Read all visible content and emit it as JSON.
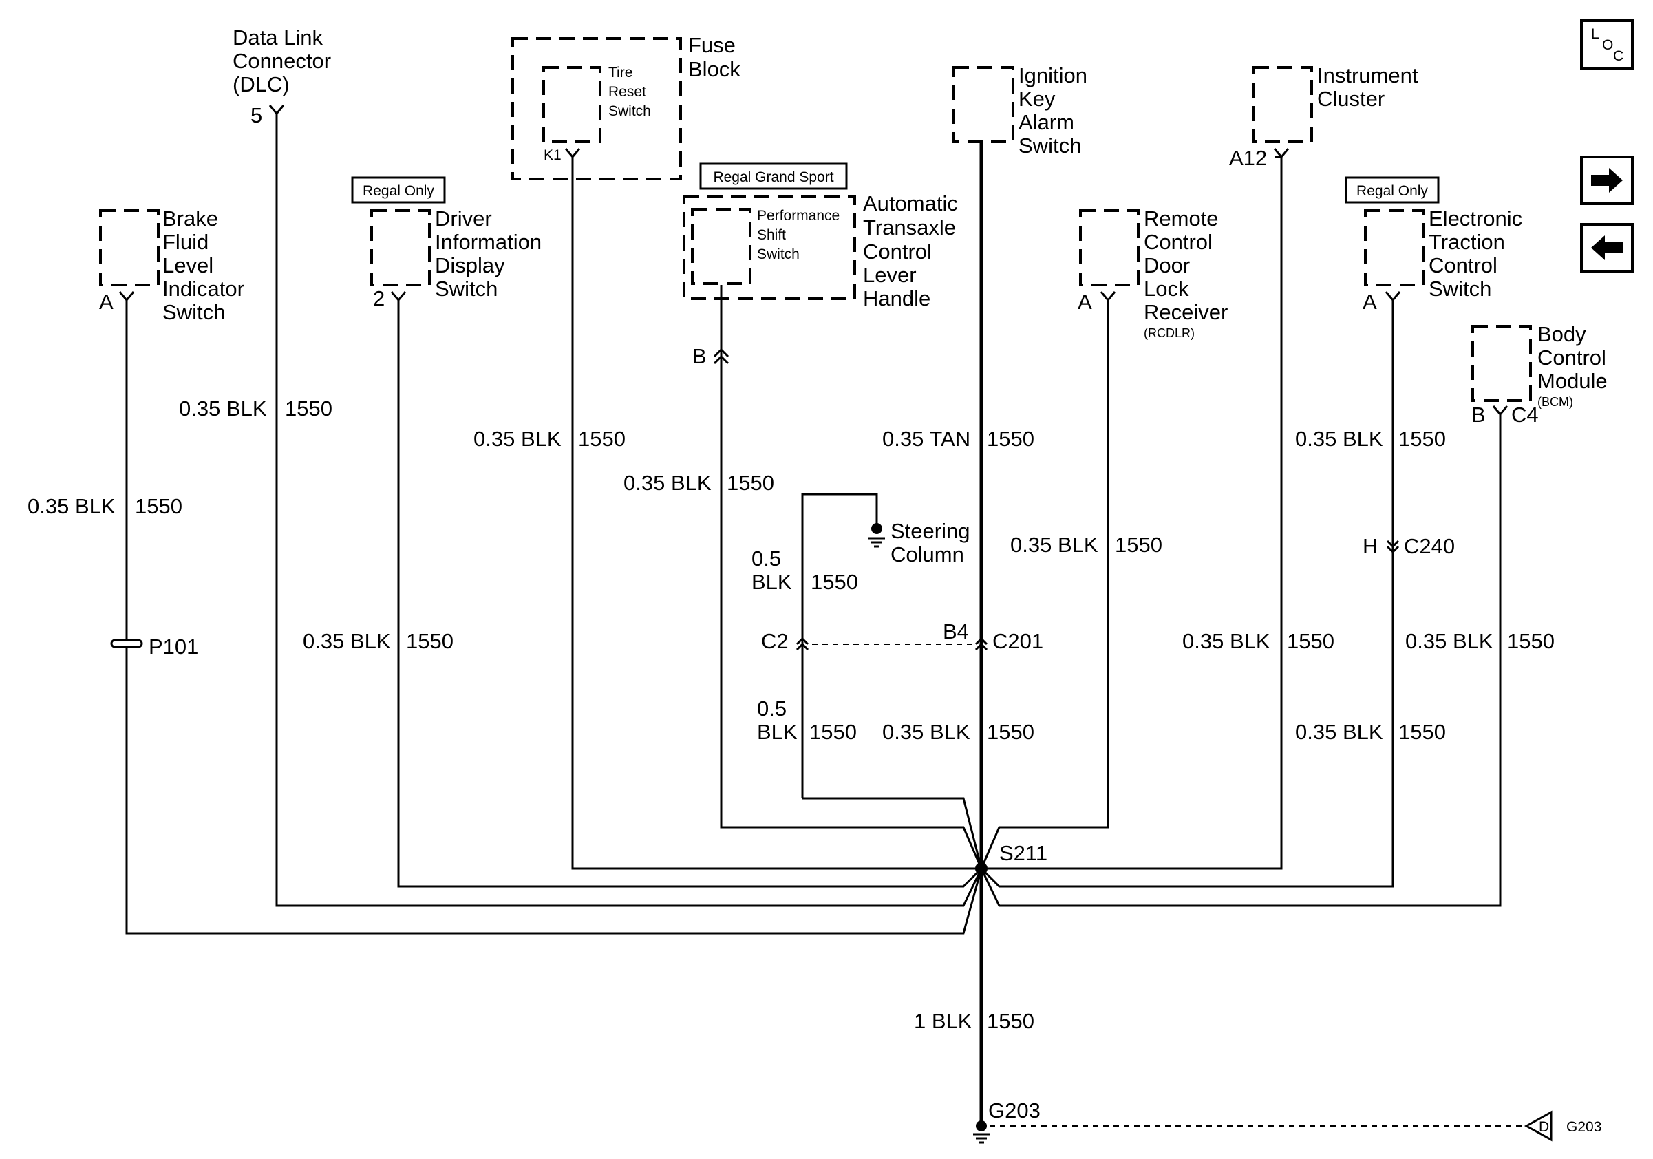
{
  "components": {
    "dlc": {
      "lines": [
        "Data Link",
        "Connector",
        "(DLC)"
      ],
      "pin": "5"
    },
    "fuse_block": {
      "lines": [
        "Fuse",
        "Block"
      ]
    },
    "tire_reset": {
      "lines": [
        "Tire",
        "Reset",
        "Switch"
      ],
      "pin": "K1"
    },
    "ignition_key": {
      "lines": [
        "Ignition",
        "Key",
        "Alarm",
        "Switch"
      ]
    },
    "instrument_cluster": {
      "lines": [
        "Instrument",
        "Cluster"
      ],
      "pin": "A12"
    },
    "brake_fluid": {
      "lines": [
        "Brake",
        "Fluid",
        "Level",
        "Indicator",
        "Switch"
      ],
      "pin": "A"
    },
    "driver_info": {
      "badge": "Regal Only",
      "lines": [
        "Driver",
        "Information",
        "Display",
        "Switch"
      ],
      "pin": "2"
    },
    "performance_shift": {
      "badge": "Regal Grand Sport",
      "lines": [
        "Performance",
        "Shift",
        "Switch"
      ]
    },
    "auto_transaxle": {
      "lines": [
        "Automatic",
        "Transaxle",
        "Control",
        "Lever",
        "Handle"
      ],
      "pin": "B"
    },
    "rcdlr": {
      "lines": [
        "Remote",
        "Control",
        "Door",
        "Lock",
        "Receiver"
      ],
      "sub": "(RCDLR)",
      "pin": "A"
    },
    "traction": {
      "badge": "Regal Only",
      "lines": [
        "Electronic",
        "Traction",
        "Control",
        "Switch"
      ],
      "pin": "A"
    },
    "bcm": {
      "lines": [
        "Body",
        "Control",
        "Module"
      ],
      "sub": "(BCM)",
      "pin": "B",
      "conn": "C4"
    }
  },
  "wires": {
    "dlc": {
      "size": "0.35 BLK",
      "circuit": "1550"
    },
    "brake": {
      "size": "0.35 BLK",
      "circuit": "1550"
    },
    "driver": {
      "size": "0.35 BLK",
      "circuit": "1550"
    },
    "tire": {
      "size": "0.35 BLK",
      "circuit": "1550"
    },
    "shift": {
      "size": "0.35 BLK",
      "circuit": "1550"
    },
    "steer_top_size": "0.5",
    "steer_top_color": "BLK",
    "steer_top_circuit": "1550",
    "steer_bot_size": "0.5",
    "steer_bot_color": "BLK",
    "steer_bot_circuit": "1550",
    "ign_top": {
      "size": "0.35 TAN",
      "circuit": "1550"
    },
    "ign_bot": {
      "size": "0.35 BLK",
      "circuit": "1550"
    },
    "rcdlr": {
      "size": "0.35 BLK",
      "circuit": "1550"
    },
    "ic": {
      "size": "0.35 BLK",
      "circuit": "1550"
    },
    "trac_top": {
      "size": "0.35 BLK",
      "circuit": "1550"
    },
    "trac_bot": {
      "size": "0.35 BLK",
      "circuit": "1550"
    },
    "bcm": {
      "size": "0.35 BLK",
      "circuit": "1550"
    },
    "ground": {
      "size": "1 BLK",
      "circuit": "1550"
    }
  },
  "connectors": {
    "p101": "P101",
    "c2": "C2",
    "b4": "B4",
    "c201": "C201",
    "h": "H",
    "c240": "C240"
  },
  "ground_points": {
    "steering": {
      "lines": [
        "Steering",
        "Column"
      ]
    },
    "g203": "G203",
    "g203_ref_letter": "D",
    "g203_ref": "G203"
  },
  "splice": "S211",
  "nav": {
    "loc_icon": "location-view-icon",
    "next_icon": "arrow-right-icon",
    "prev_icon": "arrow-left-icon"
  }
}
